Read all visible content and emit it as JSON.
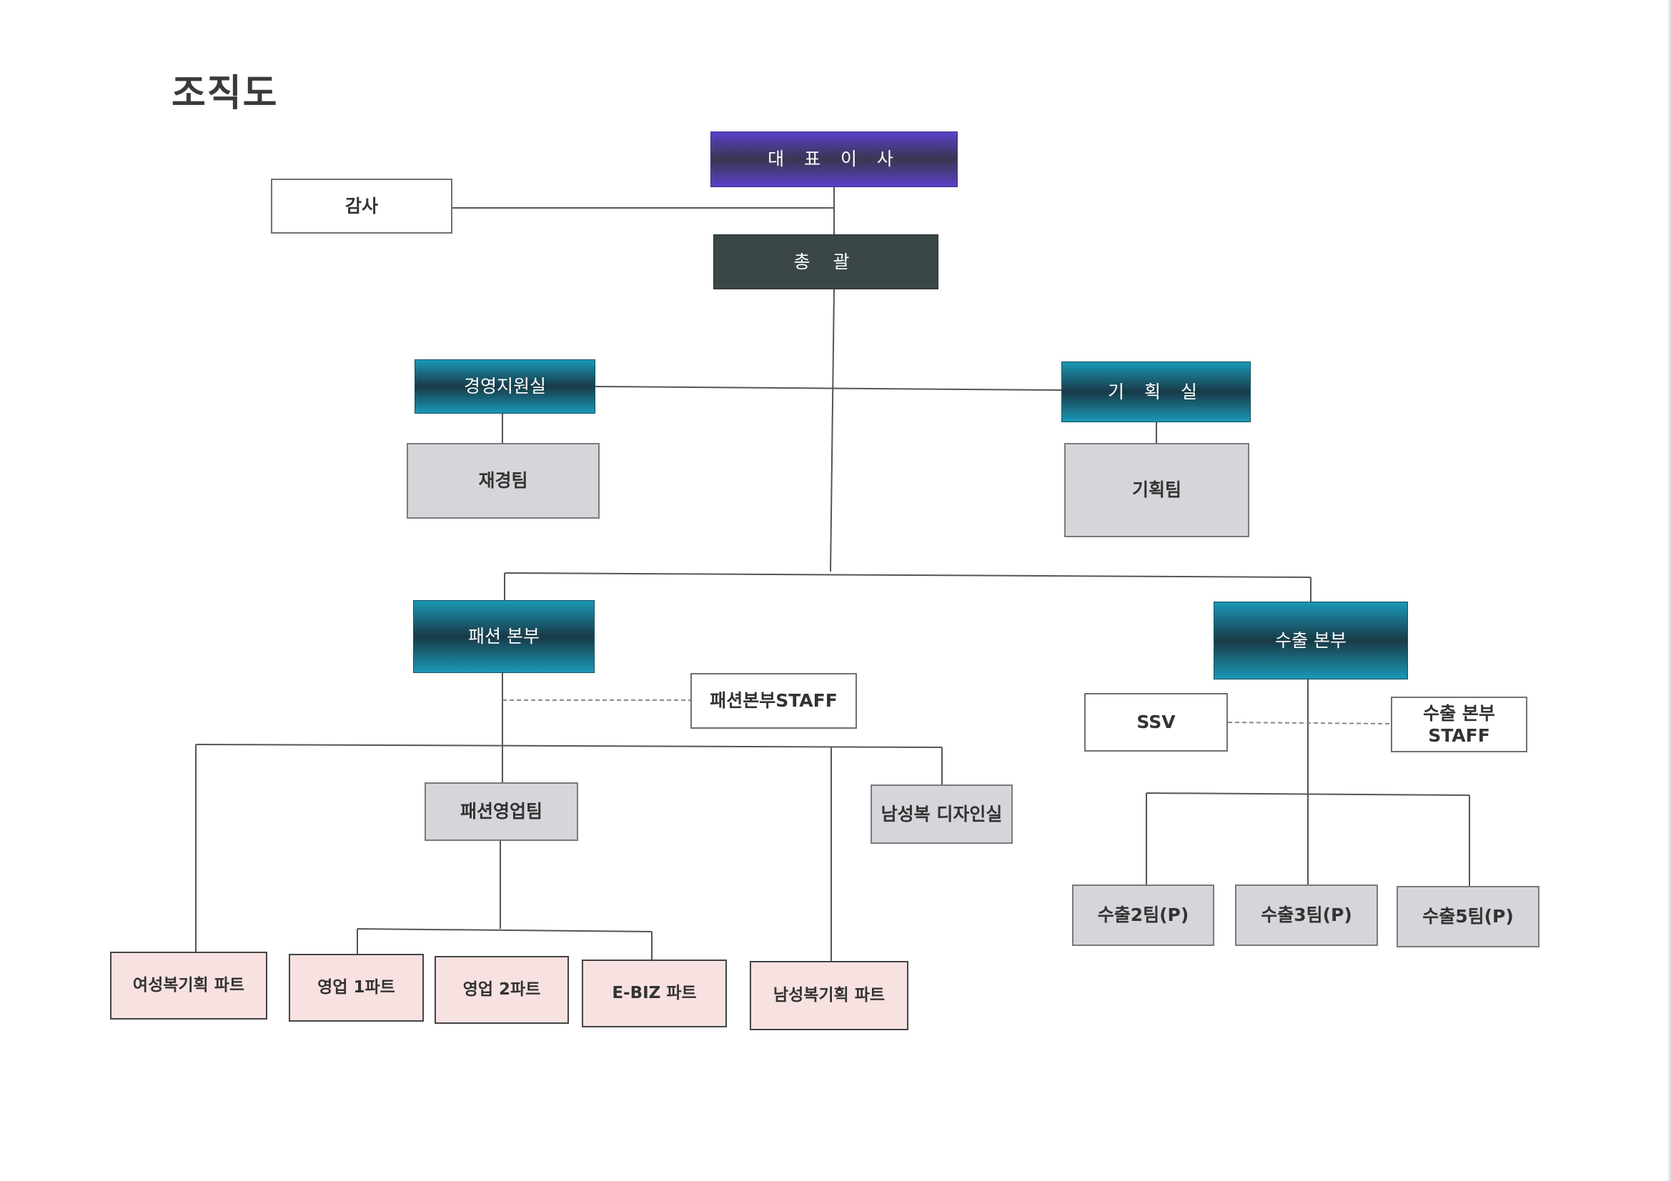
{
  "title": "조직도",
  "nodes": {
    "ceo": "대 표 이 사",
    "audit": "감사",
    "general": "총 괄",
    "mgmt_support": "경영지원실",
    "finance_team": "재경팀",
    "planning_office": "기 획 실",
    "planning_team": "기획팀",
    "fashion_division": "패션 본부",
    "fashion_staff": "패션본부STAFF",
    "fashion_sales_team": "패션영업팀",
    "menswear_design": "남성복 디자인실",
    "womenswear_planning": "여성복기획 파트",
    "sales_part1": "영업 1파트",
    "sales_part2": "영업 2파트",
    "ebiz_part": "E-BIZ 파트",
    "menswear_planning": "남성복기획 파트",
    "export_division": "수출 본부",
    "ssv": "SSV",
    "export_staff": "수출 본부\nSTAFF",
    "export_team2": "수출2팀(P)",
    "export_team3": "수출3팀(P)",
    "export_team5": "수출5팀(P)"
  },
  "colors": {
    "ceo": "#4a3aa8",
    "general": "#3b4646",
    "department": "#1a98b5",
    "team": "#d4d6da",
    "part": "#f8e1e1",
    "line": "#555555"
  }
}
